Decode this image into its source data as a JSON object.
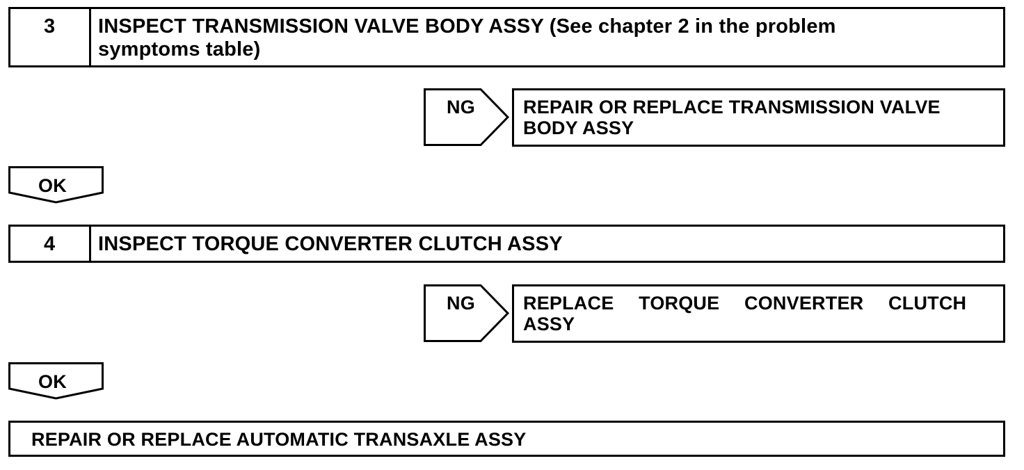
{
  "steps": [
    {
      "number": "3",
      "title_line1": "INSPECT TRANSMISSION VALVE BODY ASSY (See chapter 2 in the problem",
      "title_line2": "symptoms table)",
      "ng_label": "NG",
      "ng_action_line1": "REPAIR OR REPLACE TRANSMISSION VALVE",
      "ng_action_line2": "BODY ASSY",
      "ok_label": "OK"
    },
    {
      "number": "4",
      "title_line1": "INSPECT TORQUE CONVERTER CLUTCH ASSY",
      "ng_label": "NG",
      "ng_action_line1": "REPLACE TORQUE CONVERTER CLUTCH",
      "ng_action_line2": "ASSY",
      "ok_label": "OK"
    }
  ],
  "final_action": "REPAIR OR REPLACE AUTOMATIC TRANSAXLE ASSY"
}
